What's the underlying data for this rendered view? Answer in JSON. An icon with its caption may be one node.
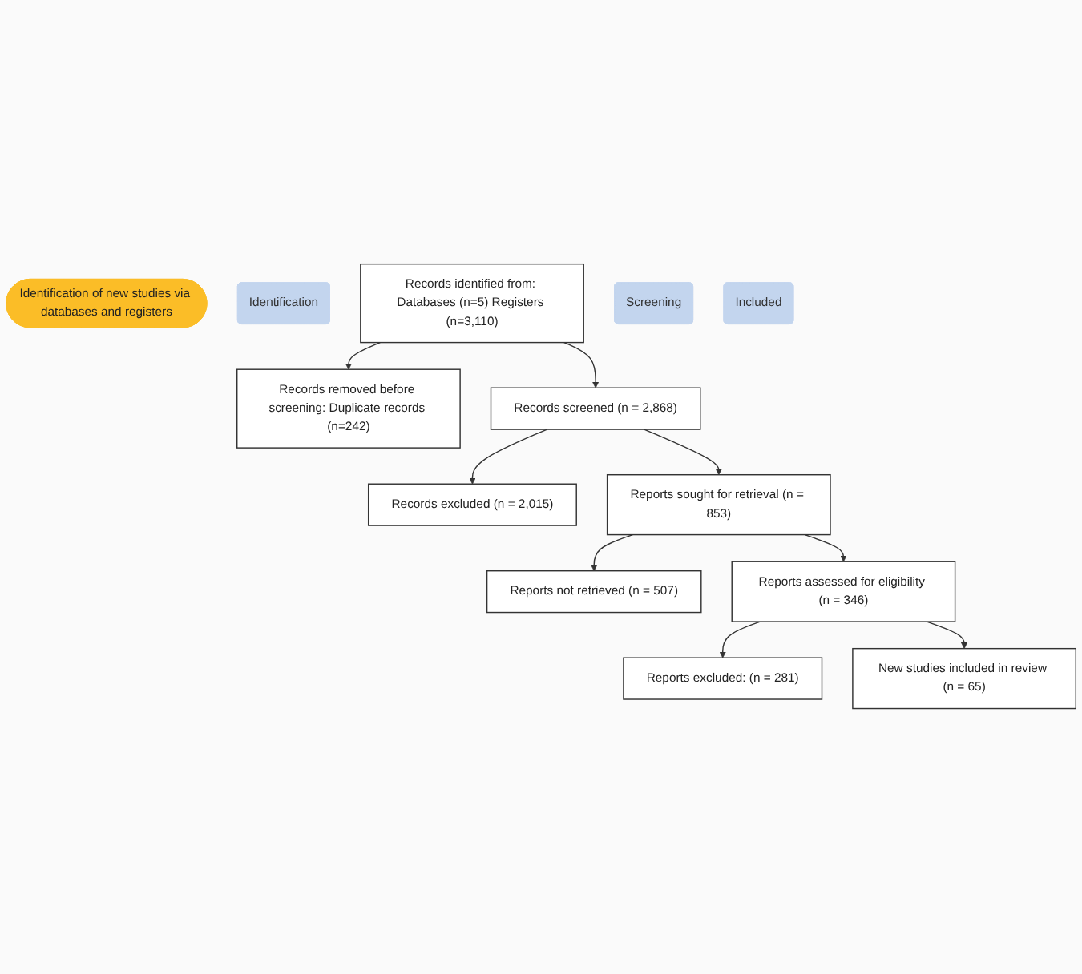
{
  "diagram": {
    "nodes": [
      {
        "text": [
          "Identification of new studies via databases and registers"
        ]
      },
      {
        "text": [
          "Identification"
        ]
      },
      {
        "text": [
          "Records identified from: Databases (n=5) Registers (n=3,110)"
        ]
      },
      {
        "text": [
          "Records removed before screening: Duplicate records (n=242)"
        ]
      },
      {
        "text": [
          "Screening"
        ]
      },
      {
        "text": [
          "Records screened (n = 2,868)"
        ]
      },
      {
        "text": [
          "Records excluded (n = 2,015)"
        ]
      },
      {
        "text": [
          "Reports sought for retrieval (n = 853)"
        ]
      },
      {
        "text": [
          "Reports not retrieved (n = 507)"
        ]
      },
      {
        "text": [
          "Reports assessed for eligibility (n = 346)"
        ]
      },
      {
        "text": [
          "Reports excluded: (n = 281)"
        ]
      },
      {
        "text": [
          "Included"
        ]
      },
      {
        "text": [
          "New studies included in review (n = 65)"
        ]
      }
    ],
    "edges": [
      {
        "from": 2,
        "to": 3,
        "arrow": "to"
      },
      {
        "from": 2,
        "to": 5,
        "arrow": "to"
      },
      {
        "from": 5,
        "to": 6,
        "arrow": "to"
      },
      {
        "from": 5,
        "to": 7,
        "arrow": "to"
      },
      {
        "from": 7,
        "to": 8,
        "arrow": "to"
      },
      {
        "from": 7,
        "to": 9,
        "arrow": "to"
      },
      {
        "from": 9,
        "to": 10,
        "arrow": "to"
      },
      {
        "from": 9,
        "to": 12,
        "arrow": "to"
      }
    ]
  }
}
